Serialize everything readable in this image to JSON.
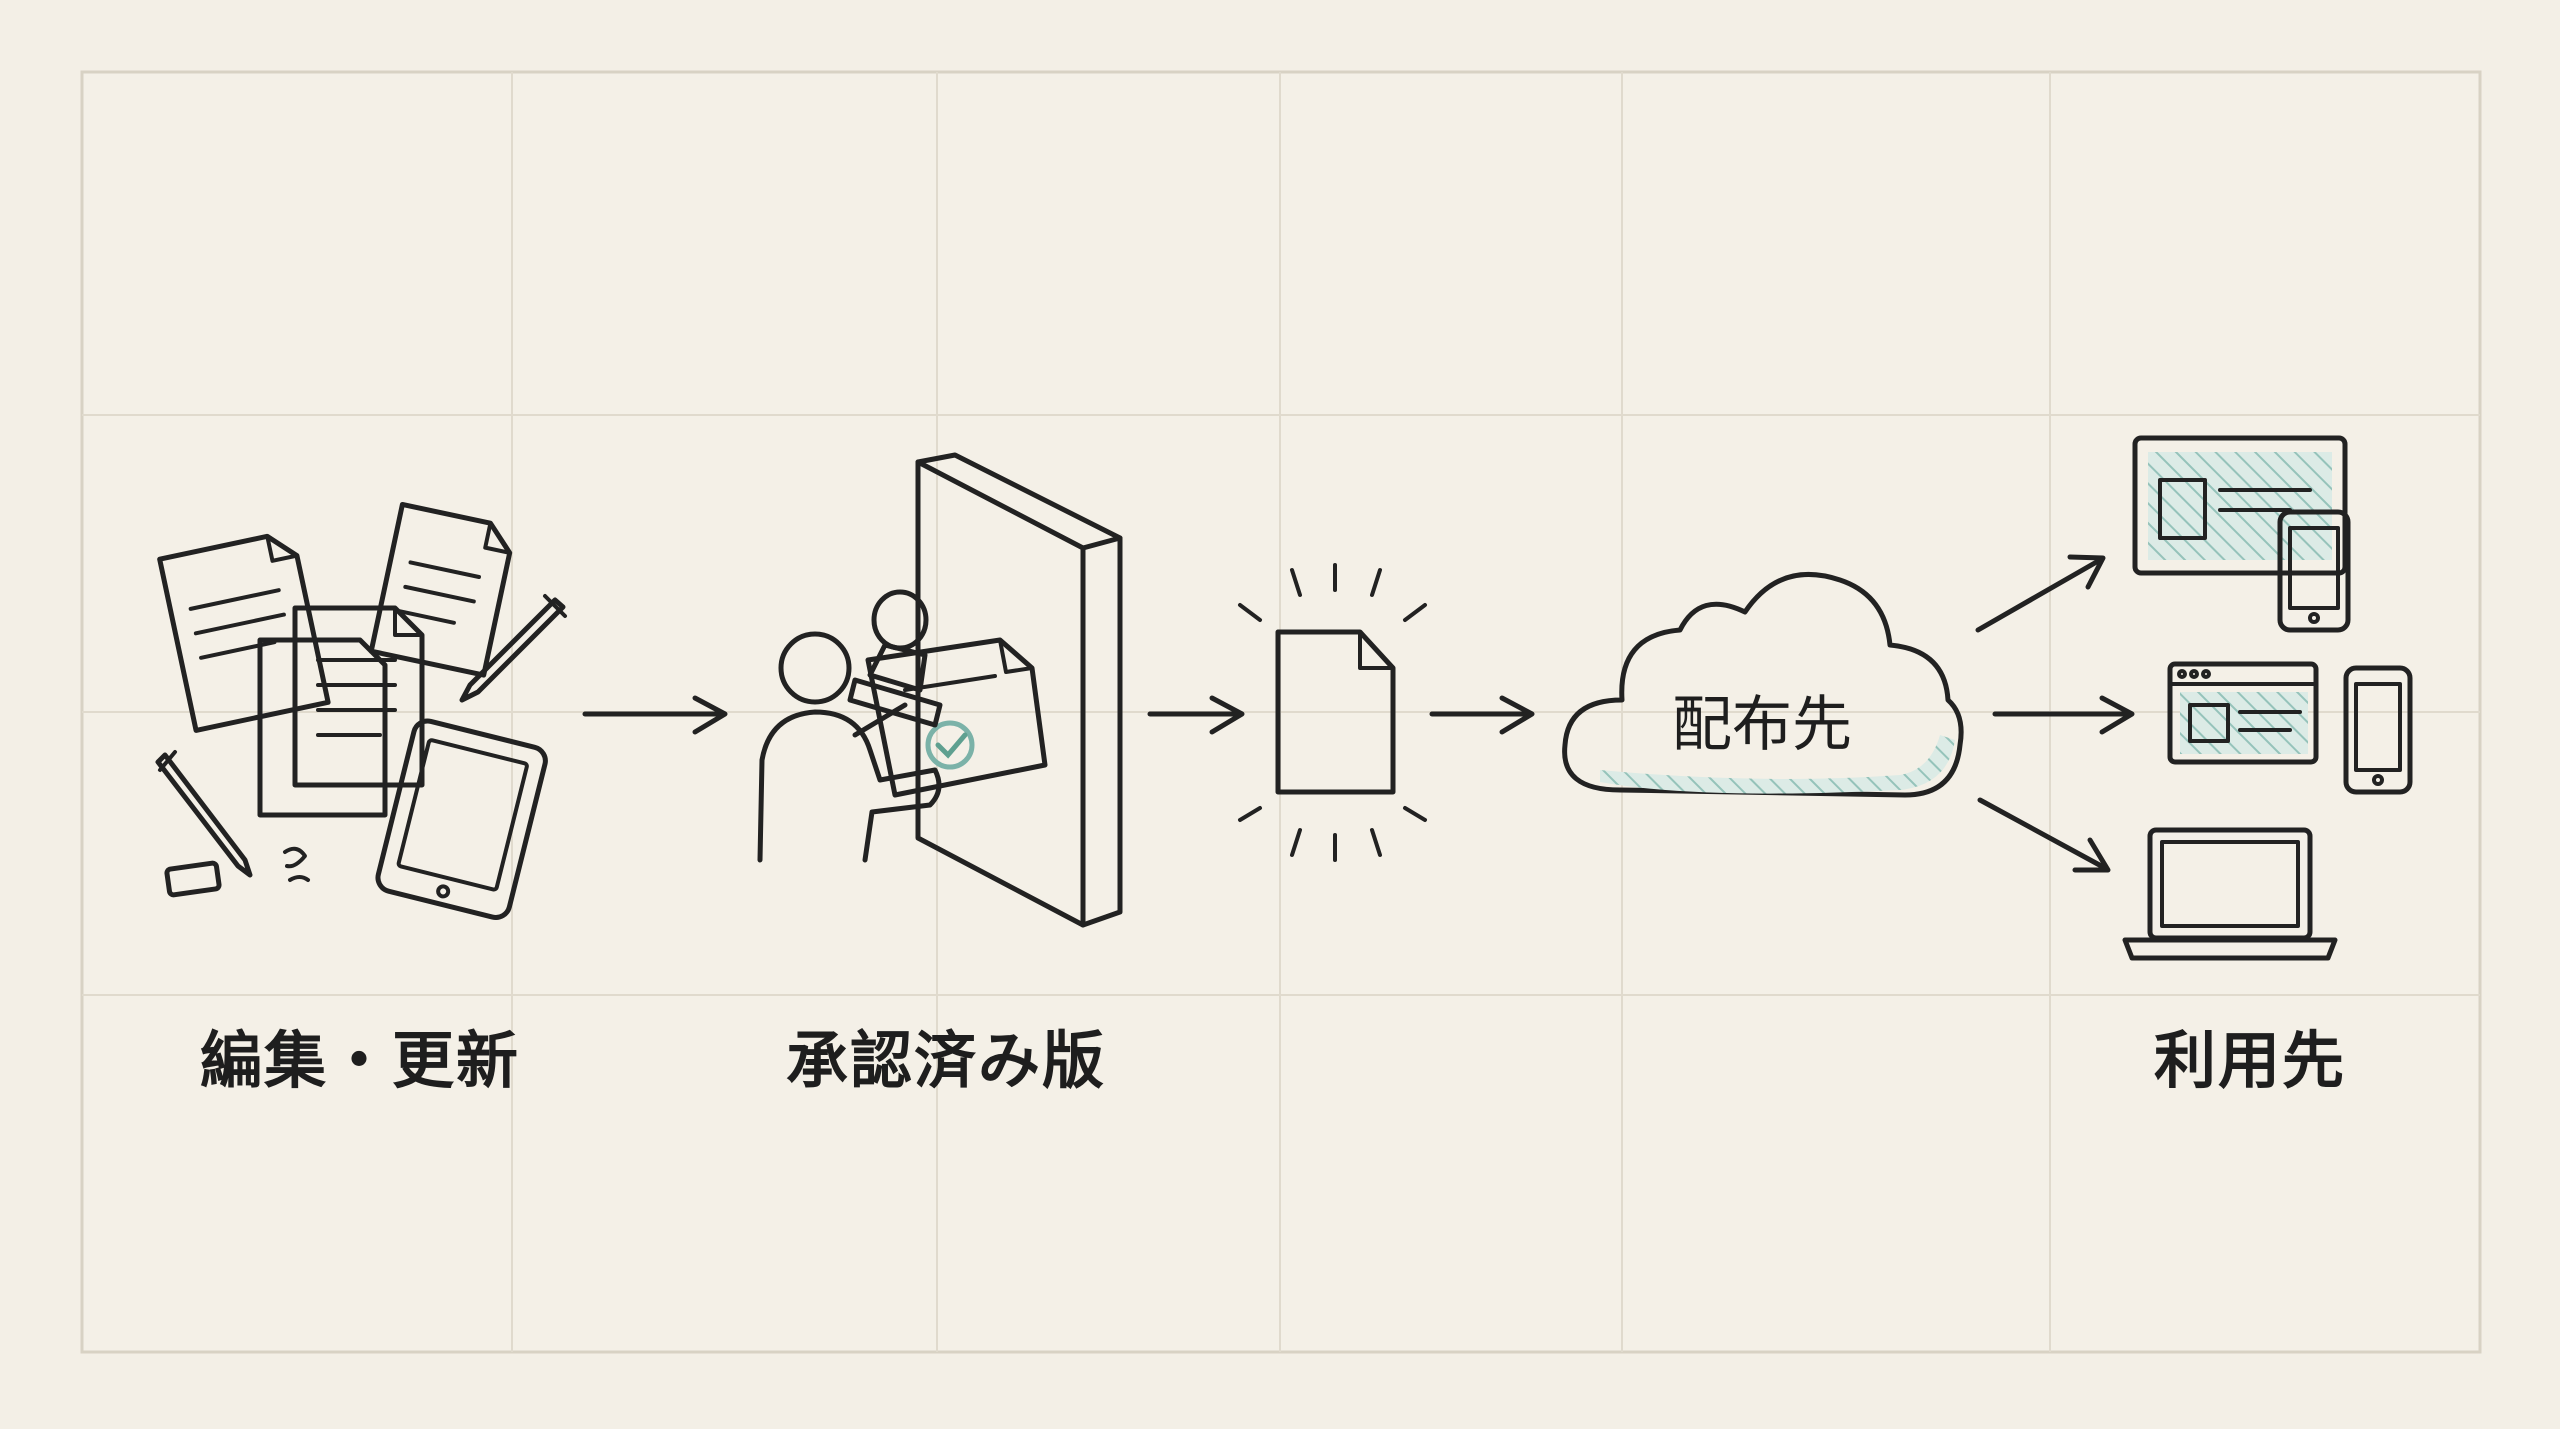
{
  "stages": [
    {
      "id": "edit",
      "label": "編集・更新"
    },
    {
      "id": "approved",
      "label": "承認済み版"
    },
    {
      "id": "distribution",
      "label": "配布先"
    },
    {
      "id": "consumers",
      "label": "利用先"
    }
  ],
  "colors": {
    "background": "#f3efe6",
    "grid": "#dcd6c9",
    "ink": "#222222",
    "approval_red": "#ee9a84",
    "cloud_teal": "#9fc8c0"
  },
  "icons": [
    "documents-icon",
    "pen-icon",
    "tablet-icon",
    "eraser-icon",
    "stamp-icon",
    "person-icon",
    "wall-icon",
    "document-icon",
    "cloud-icon",
    "desktop-icon",
    "phone-icon",
    "browser-icon",
    "laptop-icon",
    "arrow-icon"
  ]
}
